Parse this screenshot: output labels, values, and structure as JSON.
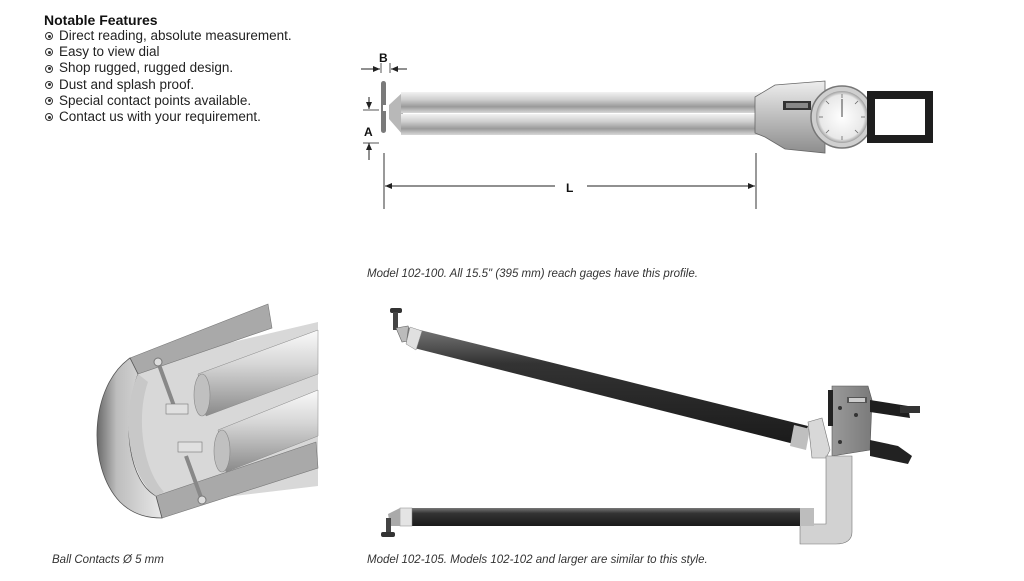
{
  "features": {
    "heading": "Notable Features",
    "bullet_icon": "circled-dot-bullet",
    "items": [
      "Direct reading, absolute measurement.",
      "Easy to view dial",
      "Shop rugged, rugged design.",
      "Dust and splash proof.",
      "Special contact points available.",
      "Contact us with your requirement."
    ]
  },
  "diagram_profile": {
    "dimension_labels": {
      "b": "B",
      "a": "A",
      "l": "L"
    },
    "caption": "Model 102-100. All 15.5\" (395 mm) reach gages have this profile."
  },
  "ball_contacts": {
    "caption": "Ball Contacts Ø 5 mm"
  },
  "diagram_large": {
    "caption": "Model 102-105. Models 102-102 and larger are similar to this style."
  }
}
